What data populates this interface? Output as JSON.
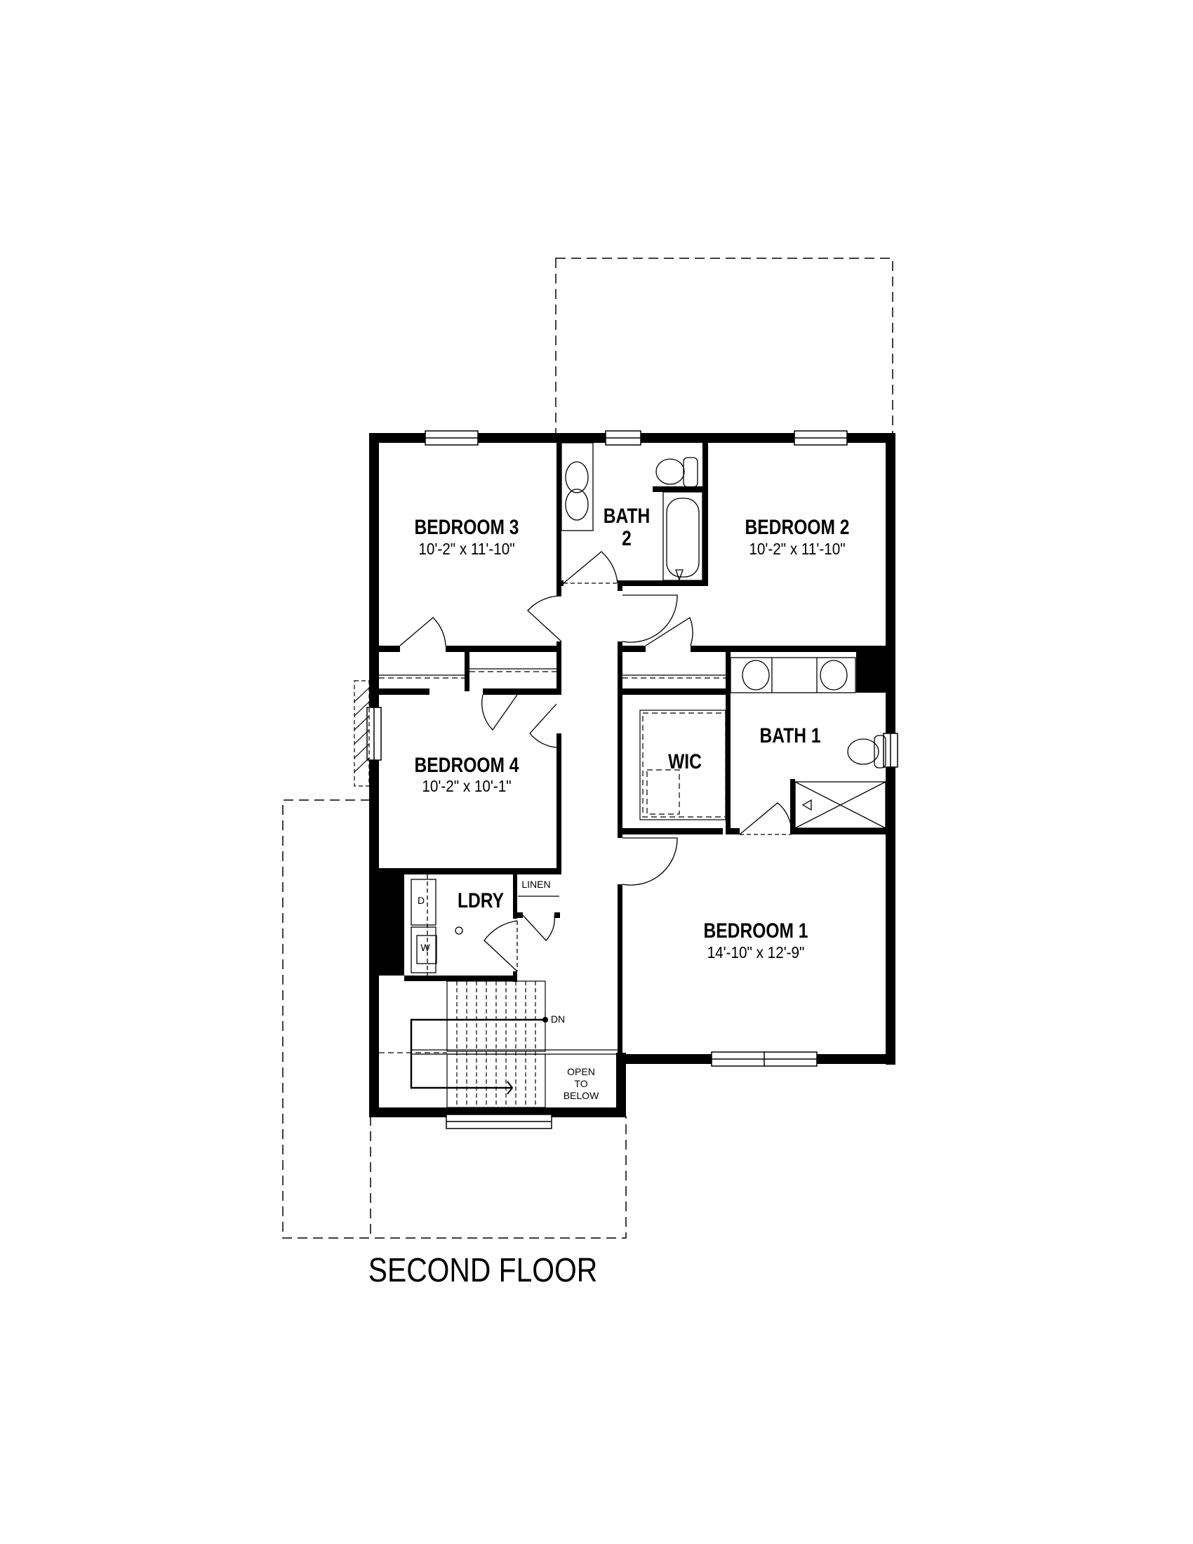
{
  "plan": {
    "title": "SECOND FLOOR",
    "colors": {
      "wall": "#000000",
      "background": "#ffffff",
      "line": "#000000"
    }
  },
  "rooms": {
    "bedroom3": {
      "name": "BEDROOM 3",
      "dims": "10'-2\" x 11'-10\""
    },
    "bath2": {
      "name_line1": "BATH",
      "name_line2": "2"
    },
    "bedroom2": {
      "name": "BEDROOM 2",
      "dims": "10'-2\" x 11'-10\""
    },
    "bedroom4": {
      "name": "BEDROOM 4",
      "dims": "10'-2\" x 10'-1\""
    },
    "wic": {
      "name": "WIC"
    },
    "bath1": {
      "name": "BATH 1"
    },
    "ldry": {
      "name": "LDRY",
      "dryer": "D",
      "washer": "W"
    },
    "linen": {
      "name": "LINEN"
    },
    "bedroom1": {
      "name": "BEDROOM 1",
      "dims": "14'-10\" x 12'-9\""
    },
    "stairs": {
      "direction": "DN"
    },
    "open_to_below": {
      "line1": "OPEN",
      "line2": "TO",
      "line3": "BELOW"
    }
  }
}
